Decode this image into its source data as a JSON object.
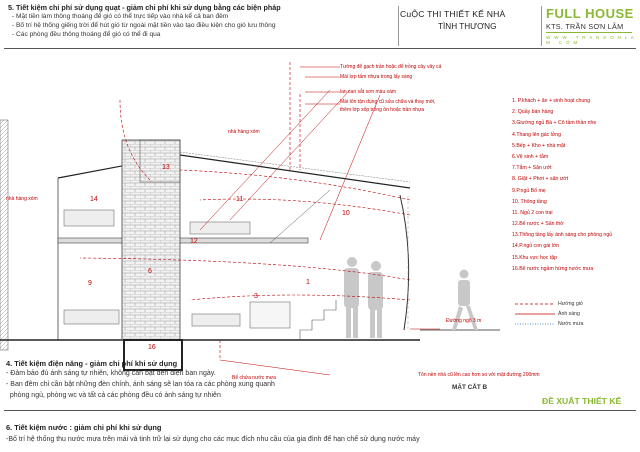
{
  "header": {
    "section5_title": "5. Tiết kiệm chi phí sử dụng quạt - giảm chi phí khi sử dụng bằng các biện pháp",
    "section5_items": [
      "- Mặt tiền làm thông thoáng để gió có thể trực tiếp vào nhà kể cả ban đêm",
      "- Bố trí hệ thống giếng trời để hút gió từ ngoài mặt tiền vào tạo điều kiện cho gió lưu thông",
      "- Các phòng đều thông thoáng để gió có thể đi qua"
    ],
    "contest_title": "CuỘC THI THIẾT KẾ NHÀ",
    "contest_subtitle": "TÌNH THƯƠNG",
    "brand": "FULL HOUSE",
    "architect": "KTS. TRẦN SƠN LÂM",
    "website": "W W W . T R A N S O N L A M . C O M"
  },
  "annotations": {
    "wall_top": "Tường để gạch trần hoặc để trồng cây vây cá",
    "roof_plastic": "Mái lợp tấm nhựa trong lấy sáng",
    "railing": "lan can sắt sơn màu xám",
    "roof_reuse": "Mái tôn tận dụng cũ sửa chữa và thay mới,",
    "roof_reuse2": "thêm lớp xốp trống ồn hoặc trần nhựa",
    "neighbor_top": "nhà hàng xóm",
    "neighbor_left": "nhà hàng xóm",
    "alley": "Đường ngõ 3 m",
    "rain_tank": "Bể chứa nước mưa",
    "foundation": "Tôn nền nhà cũ lên cao hơn so với mặt đường 200mm",
    "section_label": "MẶT CẮT B",
    "proposal": "ĐỀ XUẤT THIẾT KẾ"
  },
  "room_numbers": [
    "13",
    "14",
    "11",
    "10",
    "12",
    "9",
    "1",
    "6",
    "3",
    "16"
  ],
  "legend": [
    "1. P.khách + ăn + sinh hoạt chung",
    "2. Quầy bán hàng",
    "3.Giường ngủ Bà + Cô tầm thần nhẹ",
    "4.Thang lên gác lửng",
    "5.Bếp + Kho + nhà mặt",
    "6.Vệ sinh + tắm",
    "7.Tắm + Sân ướt",
    "8. Giặt + Phơi + sân ướt",
    "9.P.ngủ Bố mẹ",
    "10. Thông tầng",
    "11. Ngủ 2 con trai",
    "12.Bể nước + Sân thờ",
    "13.Thông tầng lấy ánh sáng cho phòng ngủ",
    "14.P.ngủ con gái lớn",
    "15.Khu vực học tập",
    "16.Bể nước ngầm hứng nước mưa"
  ],
  "legend_keys": {
    "wind": "Hướng gió",
    "light": "Ánh sáng",
    "rain": "Nước mưa"
  },
  "section4": {
    "title": "4. Tiết kiệm điện năng - giảm chi phí khi sử dụng",
    "items": [
      "- Đảm bảo đủ ánh sáng tự nhiên, không cần bật đèn điện ban ngày.",
      "- Ban đêm chỉ cần bật những đèn chính, ánh sáng sẽ lan tỏa ra các phòng xung quanh",
      "  phòng ngủ, phòng wc và tất cả các phòng đều có ánh sáng tự nhiên"
    ]
  },
  "section6": {
    "title": "6. Tiết kiệm nước : giảm chi phí khi sử dụng",
    "item": "-Bố trí hệ thống thu nước mưa trên mái và tinh trữ lại sử dụng cho các mục đích nhu cầu của gia đình  để hạn chế sử dụng nước máy"
  },
  "colors": {
    "accent": "#8ab832",
    "annotation": "#c00000"
  }
}
